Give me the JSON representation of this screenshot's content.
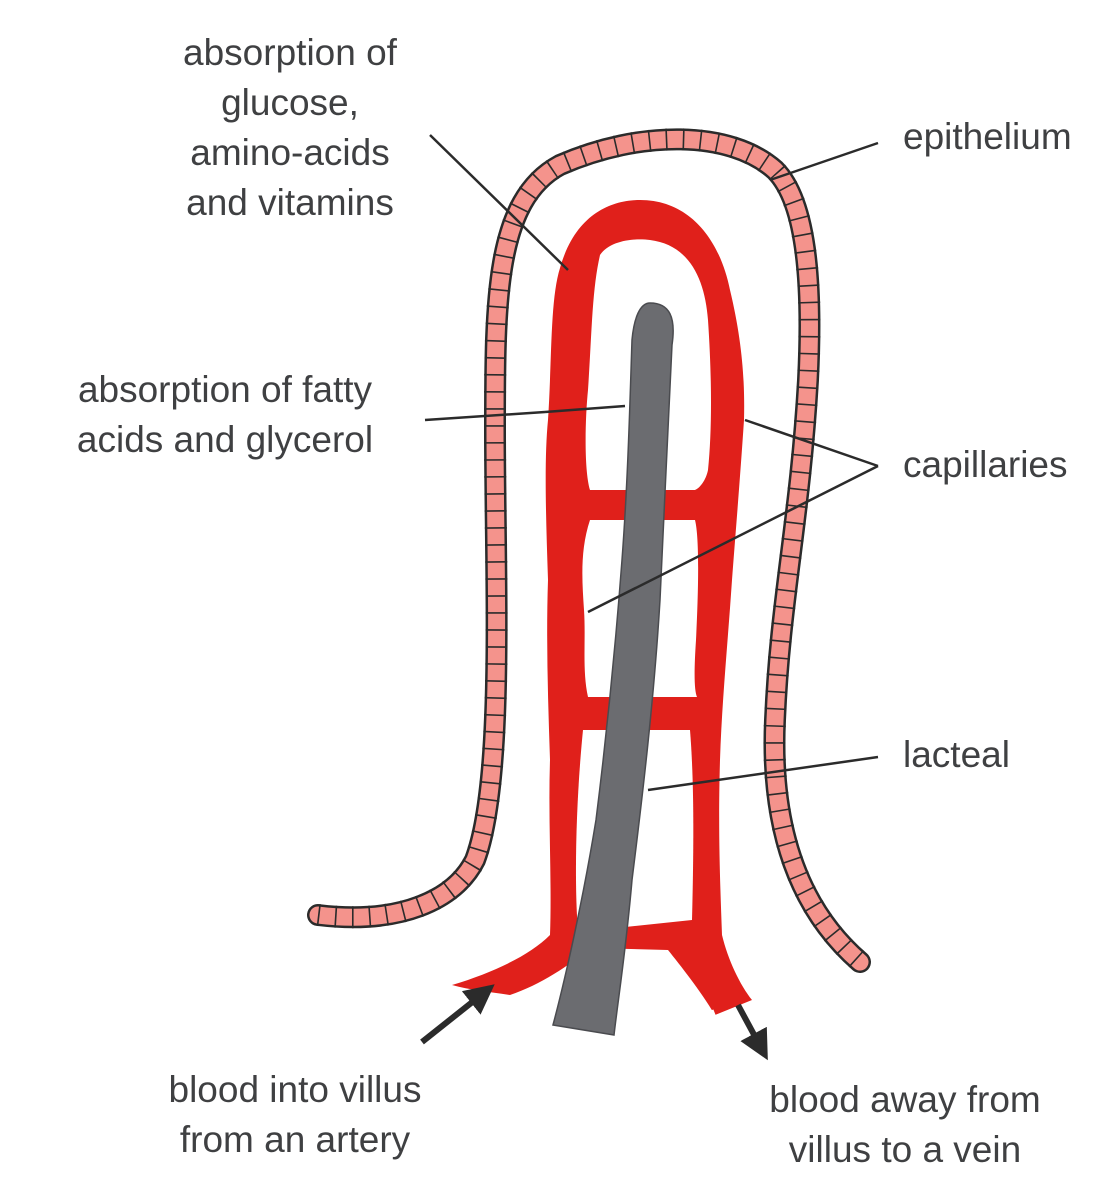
{
  "colors": {
    "epithelium_fill": "#f4938c",
    "epithelium_stroke": "#2b2b2b",
    "capillary": "#e0201b",
    "lacteal": "#6b6c70",
    "line": "#2b2b2b",
    "text": "#3f4042"
  },
  "labels": {
    "absorption_glucose": [
      "absorption of",
      "glucose,",
      "amino-acids",
      "and vitamins"
    ],
    "epithelium": [
      "epithelium"
    ],
    "absorption_fatty": [
      "absorption of fatty",
      "acids and glycerol"
    ],
    "capillaries": [
      "capillaries"
    ],
    "lacteal": [
      "lacteal"
    ],
    "blood_into": [
      "blood into villus",
      "from an artery"
    ],
    "blood_away": [
      "blood away from",
      "villus to a vein"
    ]
  }
}
